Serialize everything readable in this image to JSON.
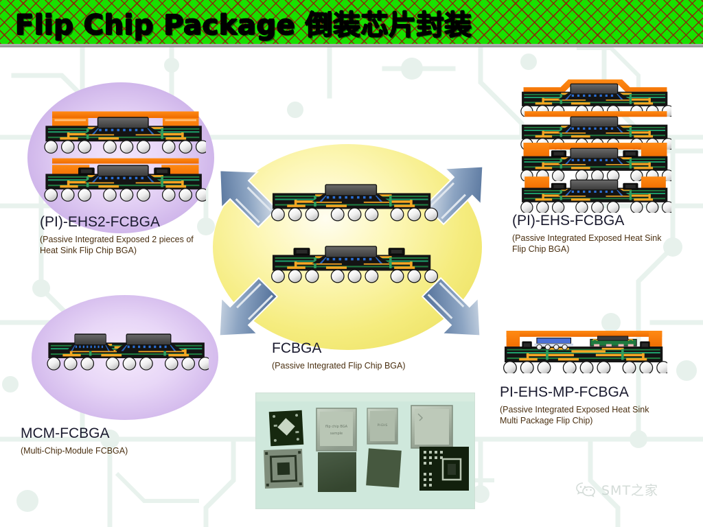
{
  "slide": {
    "title_latin": "Flip Chip Package",
    "title_cjk": "倒装芯片封装",
    "title_full": "Flip Chip Package 倒装芯片封装",
    "background": "faint pale-green printed-circuit-board trace pattern on white",
    "colors": {
      "title_band_green": "#18e000",
      "title_hatch_red": "#96140a",
      "center_ellipse_yellow": "#f5ec7e",
      "side_ellipse_purple": "#cbb0e8",
      "arrow_blue": "#4a6c99",
      "heat_sink_orange": "#f97306",
      "substrate_black": "#141414",
      "copper_trace_orange": "#f5a623",
      "core_green": "#1f7a3f",
      "solder_ball_silver": "#e8e8e8",
      "die_gray": "#4a4a4a",
      "photo_background_mint": "#cfe8dc"
    }
  },
  "center": {
    "name": "FCBGA",
    "subtitle": "(Passive Integrated Flip Chip BGA)",
    "diagram_count": 2,
    "diagram_captions": [
      "FCBGA cross-section: flip-chip die on build-up substrate with BGA balls",
      "FCBGA cross-section with passive components integrated on top surface"
    ]
  },
  "quadrants": [
    {
      "id": "top-left",
      "name": "(PI)-EHS2-FCBGA",
      "subtitle_lines": [
        "(Passive Integrated Exposed 2",
        "pieces of Heat Sink Flip Chip BGA)"
      ],
      "subtitle": "(Passive Integrated Exposed 2 pieces of Heat Sink Flip Chip BGA)",
      "diagram_count": 2,
      "diagram_captions": [
        "Two-piece exposed heat sink over flip-chip die, orange lid with side legs",
        "Two-piece exposed heat sink variant, lower profile lid"
      ]
    },
    {
      "id": "top-right",
      "name": "(PI)-EHS-FCBGA",
      "subtitle_lines": [
        "(Passive Integrated Exposed Heat",
        "Sink Flip Chip BGA)"
      ],
      "subtitle": "(Passive Integrated Exposed Heat Sink Flip Chip BGA)",
      "diagram_count": 4,
      "diagram_captions": [
        "Exposed heat sink with raised hat-profile lid",
        "Flat exposed heat-spreader bar above die",
        "Full orange stiffener ring with exposed heat sink",
        "Corner stiffener blocks with exposed heat sink"
      ]
    },
    {
      "id": "bottom-left",
      "name": "MCM-FCBGA",
      "subtitle_lines": [
        "(Multi-Chip-Module FCBGA)"
      ],
      "subtitle": "(Multi-Chip-Module FCBGA)",
      "diagram_count": 1,
      "diagram_captions": [
        "Multi-chip module: two flip-chip dies side by side on one substrate"
      ]
    },
    {
      "id": "bottom-right",
      "name": "PI-EHS-MP-FCBGA",
      "subtitle_lines": [
        "(Passive Integrated Exposed Heat",
        "Sink Multi Package Flip Chip)"
      ],
      "subtitle": "(Passive Integrated Exposed Heat Sink Multi Package Flip Chip)",
      "diagram_count": 1,
      "diagram_captions": [
        "Multi-package assembly under one orange exposed heat sink frame"
      ]
    }
  ],
  "arrows": [
    {
      "id": "arrow-top-left",
      "direction": "up-left",
      "from": "center",
      "to": "(PI)-EHS2-FCBGA"
    },
    {
      "id": "arrow-top-right",
      "direction": "up-right",
      "from": "center",
      "to": "(PI)-EHS-FCBGA"
    },
    {
      "id": "arrow-bottom-left",
      "direction": "down-left",
      "from": "center",
      "to": "MCM-FCBGA"
    },
    {
      "id": "arrow-bottom-right",
      "direction": "down-right",
      "from": "center",
      "to": "PI-EHS-MP-FCBGA"
    }
  ],
  "photo": {
    "caption": "Photograph of finished flip-chip BGA package samples on a mint-green surface",
    "sample_count": 8,
    "columns": 4,
    "description": "Top row: green substrate with die cavity, metal-lid package, small metal-lid package, large metal-lid package. Bottom row: ball-grid array underside, dark green substrate, green substrate, black substrate with ball pads."
  },
  "watermark": {
    "icon": "wechat-icon",
    "text": "SMT之家"
  }
}
